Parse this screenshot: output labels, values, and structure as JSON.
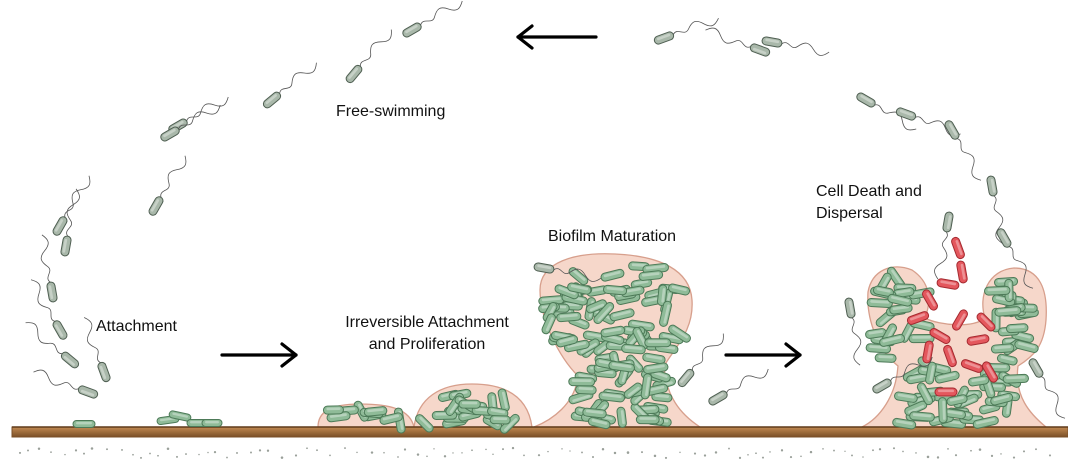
{
  "labels": {
    "free_swimming": "Free-swimming",
    "attachment": "Attachment",
    "irreversible_line1": "Irreversible Attachment",
    "irreversible_line2": "and Proliferation",
    "maturation": "Biofilm Maturation",
    "dispersal_line1": "Cell Death and",
    "dispersal_line2": "Dispersal"
  },
  "colors": {
    "cell_green": "#8fbb98",
    "cell_green_dark": "#4d7a58",
    "cell_red": "#e4575d",
    "cell_red_dark": "#a52a30",
    "planktonic_gray": "#a9b8aa",
    "matrix_fill": "#f6d5c8",
    "matrix_edge": "#d59a86",
    "surface_top": "#b07a45",
    "surface_bottom": "#7a4f27"
  }
}
